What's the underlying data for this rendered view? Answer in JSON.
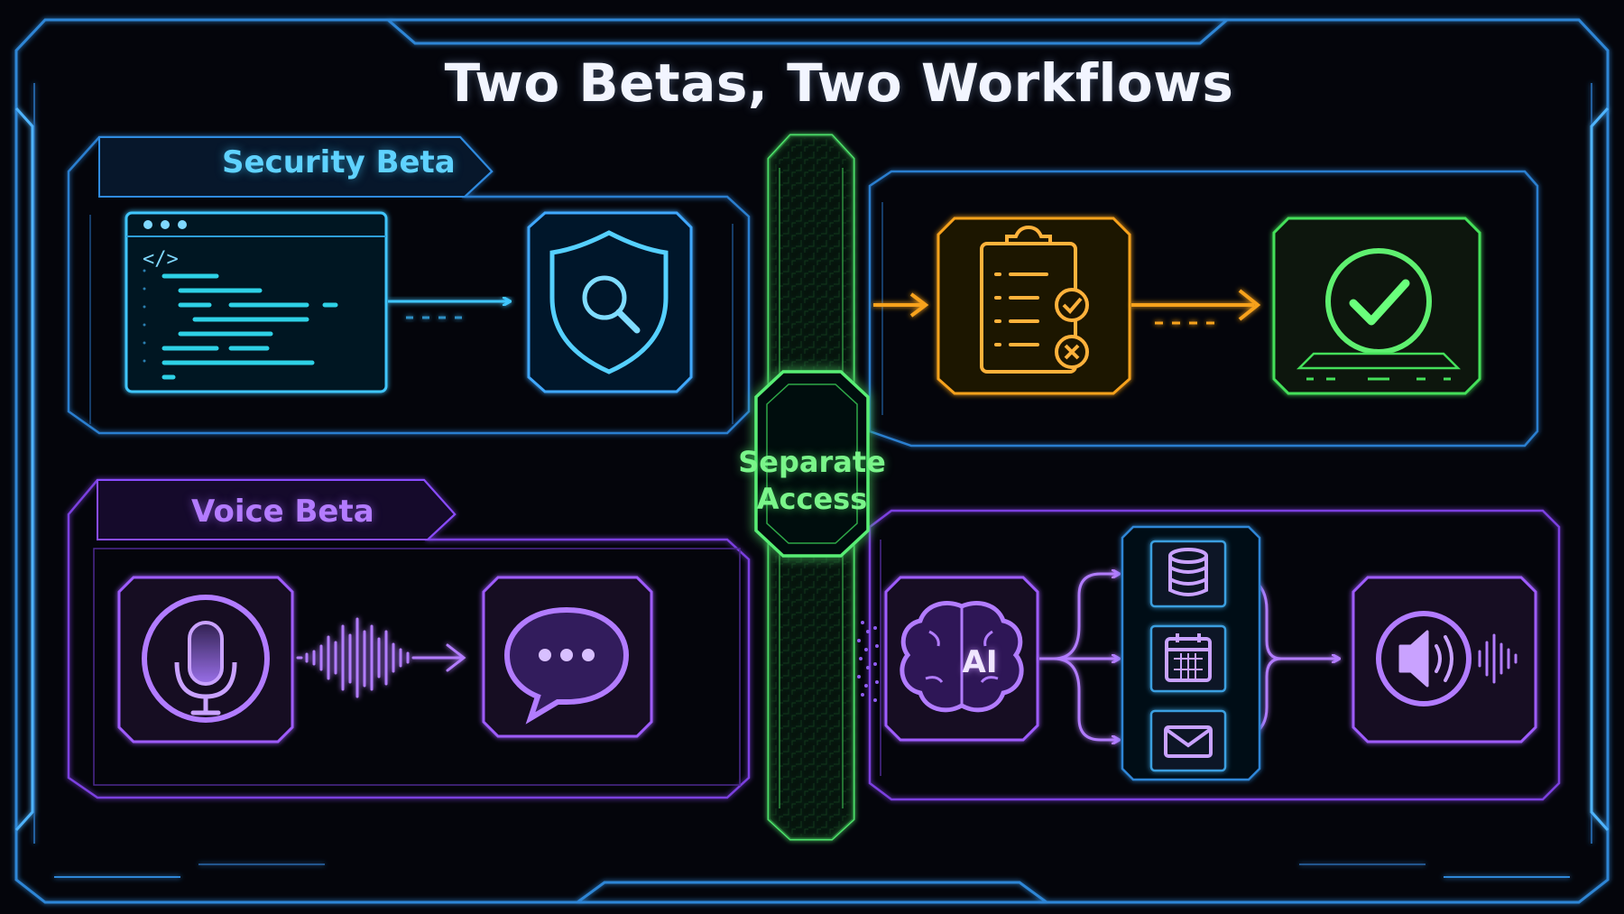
{
  "title": "Two Betas, Two Workflows",
  "security": {
    "title": "Security Beta",
    "code_glyph": "</>",
    "icons": [
      "code-editor-icon",
      "shield-search-icon",
      "clipboard-checklist-icon",
      "checkmark-laptop-icon"
    ]
  },
  "center": {
    "line1": "Separate",
    "line2": "Access"
  },
  "voice": {
    "title": "Voice Beta",
    "ai_label": "AI",
    "icons": [
      "microphone-icon",
      "chat-bubble-icon",
      "ai-brain-icon",
      "database-icon",
      "calendar-icon",
      "mail-icon",
      "speaker-icon"
    ]
  },
  "colors": {
    "background": "#04050b",
    "frame": "#2f86d6",
    "security": "#3fc6ff",
    "review": "#f7a21c",
    "approve": "#45e05a",
    "voice": "#9f5cff",
    "center": "#4ee26a"
  }
}
